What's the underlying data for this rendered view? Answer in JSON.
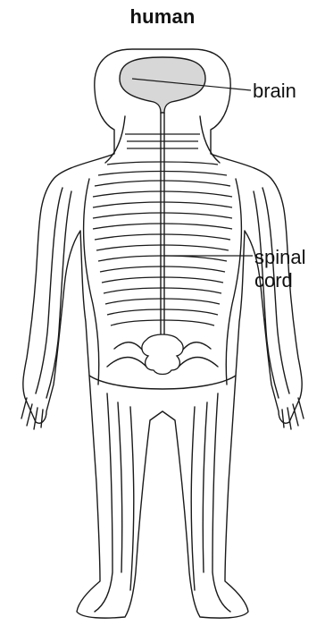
{
  "title": "human",
  "labels": {
    "brain": "brain",
    "spinal_line1": "spinal",
    "spinal_line2": "cord"
  },
  "colors": {
    "outline": "#1a1a1a",
    "brain_fill": "#d7d7d7",
    "background": "#ffffff"
  }
}
